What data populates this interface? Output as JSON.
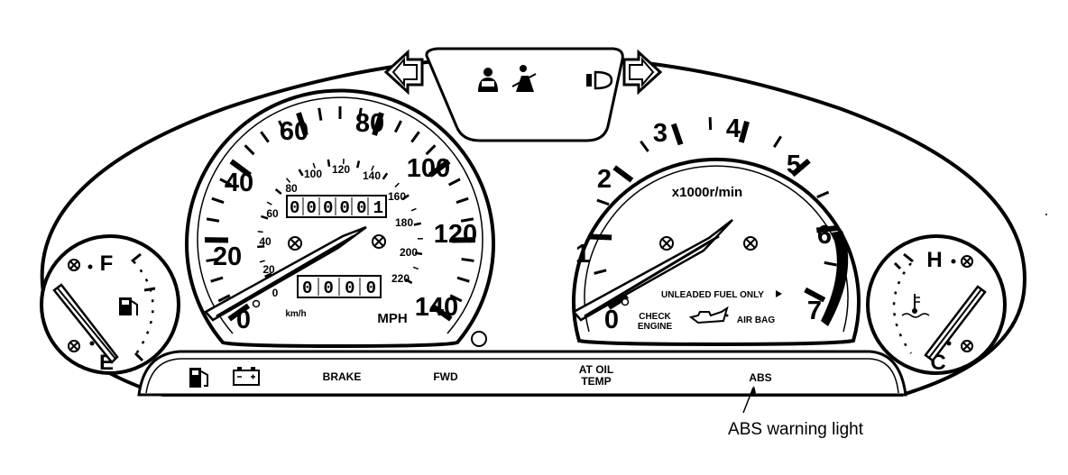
{
  "speedometer": {
    "mph_labels": [
      "0",
      "20",
      "40",
      "60",
      "80",
      "100",
      "120",
      "140"
    ],
    "kmh_labels": [
      "20",
      "40",
      "60",
      "80",
      "100",
      "120",
      "140",
      "160",
      "180",
      "200",
      "220"
    ],
    "kmh_zero": "0",
    "unit_mph": "MPH",
    "unit_kmh": "km/h",
    "odometer": "000001",
    "tripmeter": "0000"
  },
  "tachometer": {
    "labels": [
      "0",
      "1",
      "2",
      "3",
      "4",
      "5",
      "6",
      "7"
    ],
    "unit": "x1000r/min",
    "fuel_note": "UNLEADED FUEL ONLY",
    "check_engine_line1": "CHECK",
    "check_engine_line2": "ENGINE",
    "air_bag": "AIR BAG"
  },
  "fuel_gauge": {
    "full": "F",
    "empty": "E"
  },
  "temp_gauge": {
    "hot": "H",
    "cold": "C"
  },
  "warning_bar": {
    "brake": "BRAKE",
    "fwd": "FWD",
    "at_oil_line1": "AT OIL",
    "at_oil_line2": "TEMP",
    "abs": "ABS"
  },
  "callout": {
    "abs_label": "ABS warning light"
  },
  "icons": [
    "turn-left-arrow-icon",
    "turn-right-arrow-icon",
    "seatbelt-icon",
    "person-airbag-icon",
    "high-beam-icon",
    "fuel-pump-icon",
    "battery-icon",
    "oil-can-icon",
    "coolant-temp-icon"
  ]
}
